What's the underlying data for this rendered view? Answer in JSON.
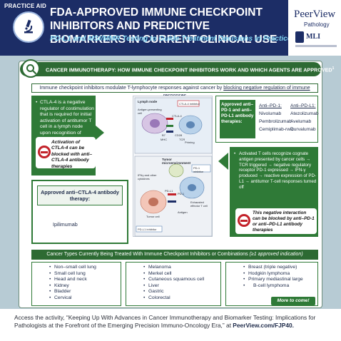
{
  "header": {
    "practice_aid": "PRACTICE AID",
    "title": "FDA-APPROVED IMMUNE CHECKPOINT INHIBITORS AND PREDICTIVE BIOMARKERS IN CURRENT CLINICAL USE",
    "subtitle": "PD-L1 and MSI/MMR Testing to Guide Treatment Decisions in Practice",
    "logo_name": "PeerView",
    "logo_sub": "Pathology",
    "mli": "MLI"
  },
  "banner": {
    "text": "CANCER IMMUNOTHERAPY: HOW IMMUNE CHECKPOINT INHIBITORS WORK AND WHICH AGENTS ARE APPROVED",
    "sup": "1"
  },
  "intro": {
    "text": "Immune checkpoint inhibitors modulate T-lymphocyte responses against cancer by ",
    "link": "blocking negative regulation of immune responses"
  },
  "ctla4": {
    "bullet": "CTLA-4 is a negative regulator of costimulation that is required for initial activation of antitumor T cell in a lymph node upon recognition of tumor antigen",
    "callout": "Activation of CTLA-4 can be blocked with anti–CTLA-4 antibody therapies",
    "approved_title": "Approved anti–CTLA-4 antibody therapy:",
    "drug": "Ipilimumab"
  },
  "diagram": {
    "lymph_node": "Lymph node",
    "ctla4_inhibitor": "CTLA-4 inhibitor",
    "apc": "Antigen-presenting cell",
    "ctla4": "CTLA-4",
    "b7": "B7",
    "cd28": "CD28",
    "tcr": "TCR",
    "mhc": "MHC",
    "priming": "Priming",
    "tumor_micro": "Tumor microenvironment",
    "pd1_inhibitor": "PD-1 inhibitor",
    "ifn": "IFNγ and other cytokines",
    "pd1": "PD-1",
    "pdl1": "PD-L1",
    "exhausted": "Exhausted effector T cell",
    "tumor_cell": "Tumor cell",
    "antigen": "Antigen",
    "pdl1_inhibitor": "PD-L1 inhibitor"
  },
  "pd_box": {
    "head": "Approved anti–PD-1 and anti–PD-L1 antibody therapies:",
    "col1_title": "Anti–PD-1:",
    "col1": [
      "Nivolumab",
      "Pembrolizumab",
      "Cemiplimab-rwlc"
    ],
    "col2_title": "Anti–PD-L1:",
    "col2": [
      "Atezolizumab",
      "Avelumab",
      "Durvalumab"
    ]
  },
  "activation": {
    "bullet": "Activated T cells recognize cognate antigen presented by cancer cells → TCR triggered → negative regulatory receptor PD-1 expressed → IFN-γ produced → reactive expression of PD-L1 → antitumor T-cell responses turned off",
    "callout": "This negative interaction can be blocked by anti–PD-1 or anti–PD-L1 antibody therapies"
  },
  "types": {
    "title": "Cancer Types Currently Being Treated With Immune Checkpoint Inhibitors or Combinations ",
    "title_note": "(≥1 approved indication)",
    "col1": [
      "Non–small cell lung",
      "Small cell lung",
      "Head and neck",
      "Kidney",
      "Bladder",
      "Cervical"
    ],
    "col2": [
      "Melanoma",
      "Merkel cell",
      "Cutaneous squamous cell",
      "Liver",
      "Gastric",
      "Colorectal"
    ],
    "col3": [
      "Breast (triple negative)",
      "Hodgkin lymphoma",
      "Primary mediastinal large",
      "B-cell lymphoma"
    ],
    "more": "More to come!"
  },
  "footer": {
    "text": "Access the activity, “Keeping Up With Advances in Cancer Immunotherapy and Biomarker Testing: Implications for Pathologists at the Forefront of the Emerging Precision Immuno-Oncology Era,” at ",
    "link": "PeerView.com/FJP40."
  },
  "colors": {
    "navy": "#1c2d66",
    "green": "#2f7a37",
    "dark_green": "#2d6a33",
    "cyan": "#7fd4f2",
    "red": "#c3222a"
  }
}
